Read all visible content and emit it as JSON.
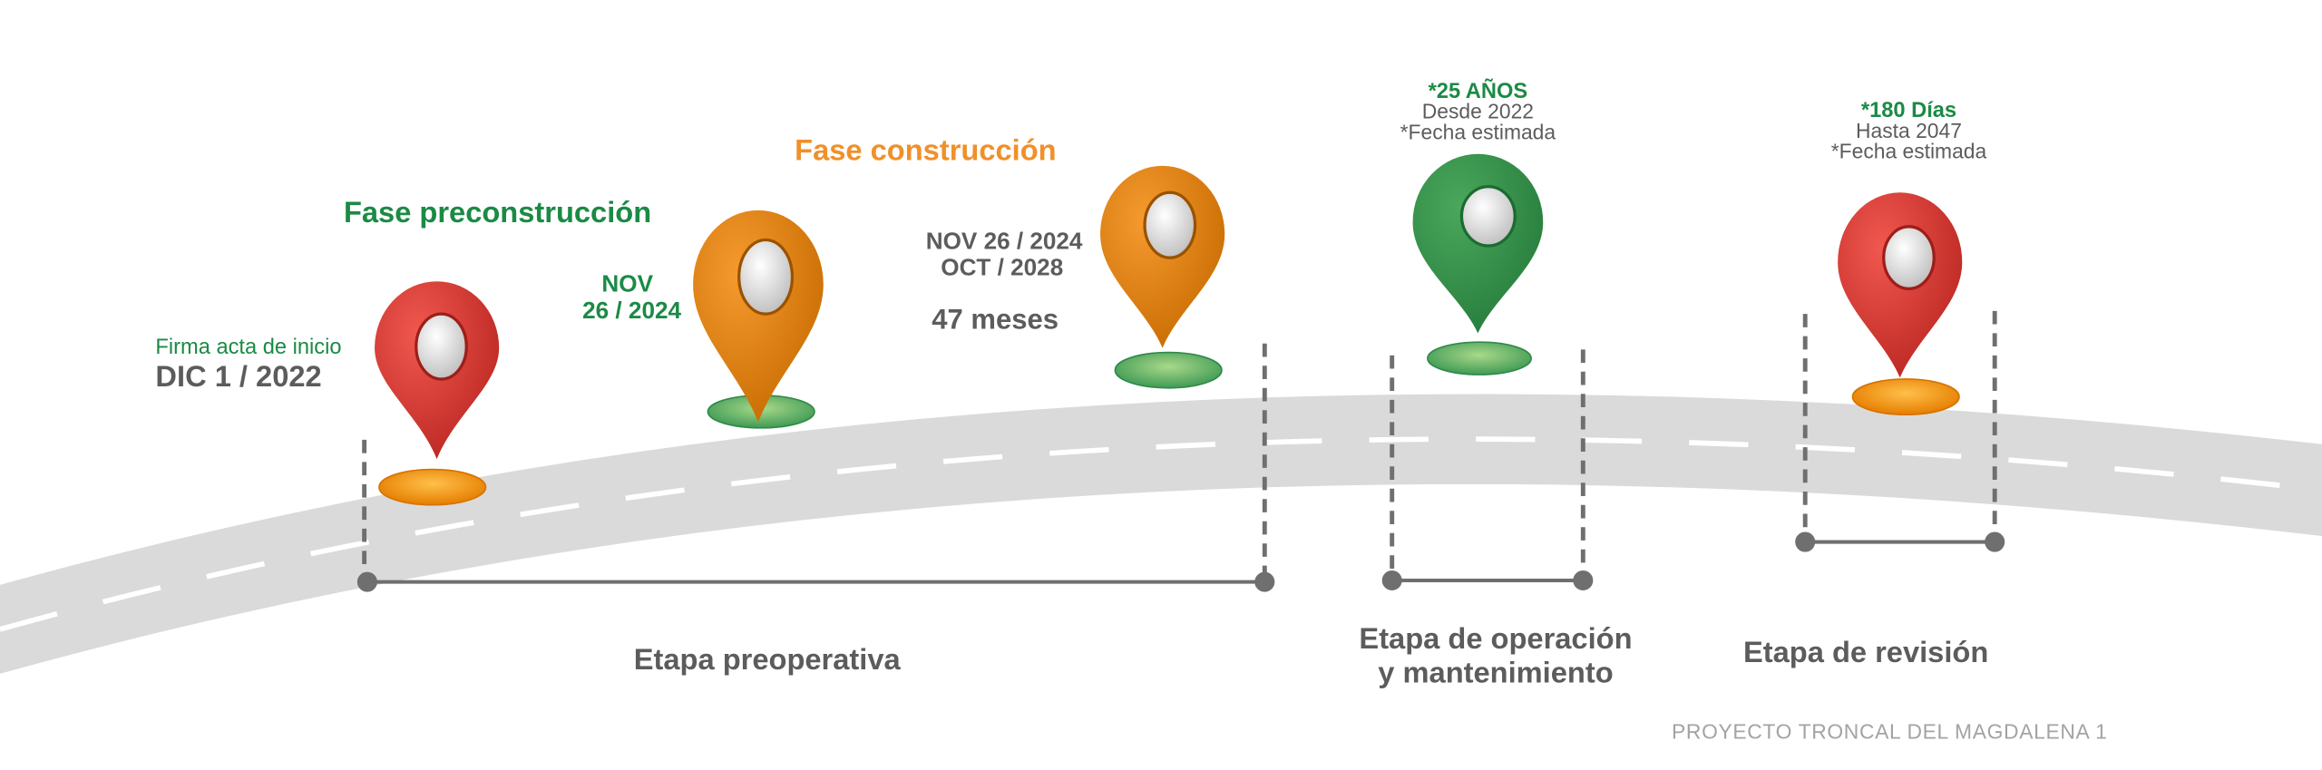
{
  "colors": {
    "green": "#1b8a45",
    "orange": "#f0902a",
    "gray": "#5c5c5c",
    "red": "#d93a34",
    "road": "#dadada"
  },
  "phases": {
    "preconstruction": "Fase preconstrucción",
    "construction": "Fase construcción"
  },
  "milestones": {
    "start": {
      "label": "Firma acta de inicio",
      "date": "DIC 1 / 2022"
    },
    "preconstruction_end": {
      "line1": "NOV",
      "line2": "26 / 2024"
    },
    "construction": {
      "line1": "NOV 26 / 2024",
      "line2": "OCT / 2028",
      "duration": "47 meses"
    },
    "operation": {
      "title": "*25 AÑOS",
      "line1": "Desde 2022",
      "line2": "*Fecha estimada"
    },
    "review": {
      "title": "*180 Días",
      "line1": "Hasta 2047",
      "line2": "*Fecha estimada"
    }
  },
  "stages": {
    "preoperative": "Etapa preoperativa",
    "operation_line1": "Etapa de operación",
    "operation_line2": "y mantenimiento",
    "review": "Etapa de revisión"
  },
  "footer": "PROYECTO TRONCAL DEL MAGDALENA 1"
}
